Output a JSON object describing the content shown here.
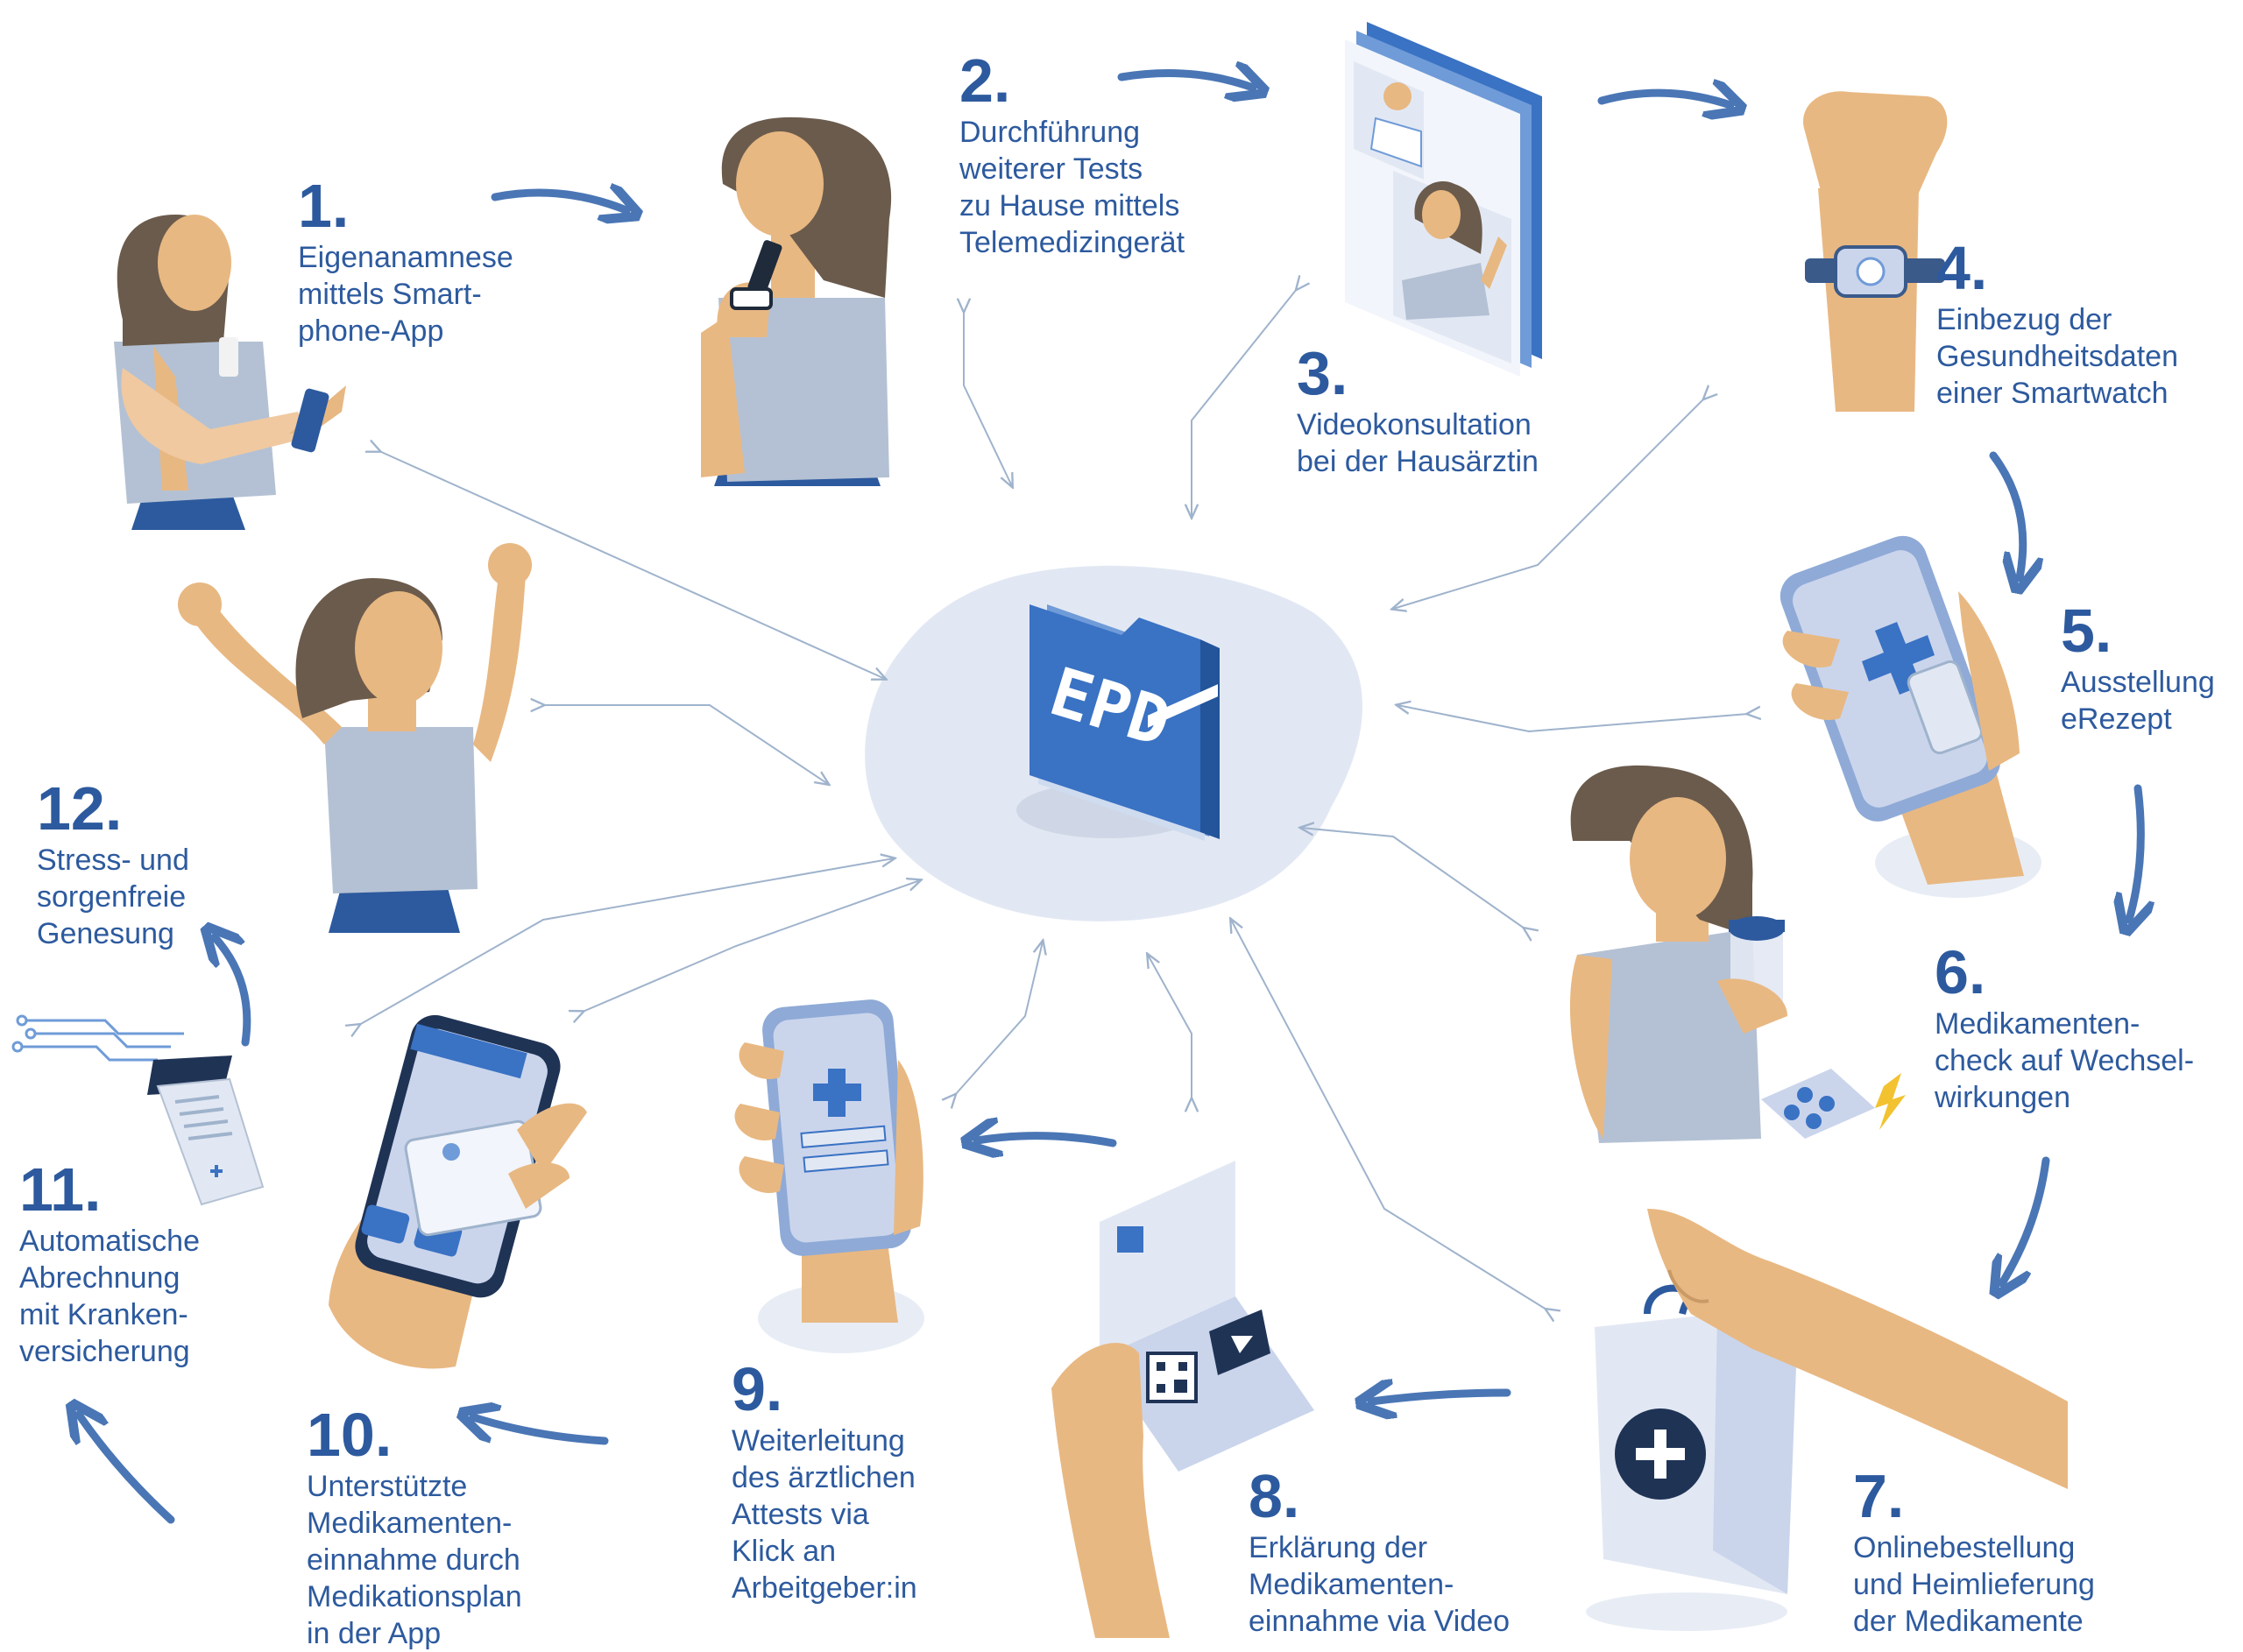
{
  "center": {
    "label": "EPD"
  },
  "steps": [
    {
      "num": "1.",
      "lines": [
        "Eigenanamnese",
        "mittels Smart-",
        "phone-App"
      ]
    },
    {
      "num": "2.",
      "lines": [
        "Durchführung",
        "weiterer Tests",
        "zu Hause mittels",
        "Telemedizingerät"
      ]
    },
    {
      "num": "3.",
      "lines": [
        "Videokonsultation",
        "bei der Hausärztin"
      ]
    },
    {
      "num": "4.",
      "lines": [
        "Einbezug der",
        "Gesundheitsdaten",
        "einer Smartwatch"
      ]
    },
    {
      "num": "5.",
      "lines": [
        "Ausstellung",
        "eRezept"
      ]
    },
    {
      "num": "6.",
      "lines": [
        "Medikamenten-",
        "check auf Wechsel-",
        "wirkungen"
      ]
    },
    {
      "num": "7.",
      "lines": [
        "Onlinebestellung",
        "und Heimlieferung",
        "der Medikamente"
      ]
    },
    {
      "num": "8.",
      "lines": [
        "Erklärung der",
        "Medikamenten-",
        "einnahme via Video"
      ]
    },
    {
      "num": "9.",
      "lines": [
        "Weiterleitung",
        "des ärztlichen",
        "Attests via",
        "Klick an",
        "Arbeitgeber:in"
      ]
    },
    {
      "num": "10.",
      "lines": [
        "Unterstützte",
        "Medikamenten-",
        "einnahme durch",
        "Medikationsplan",
        "in der App"
      ]
    },
    {
      "num": "11.",
      "lines": [
        "Automatische",
        "Abrechnung",
        "mit Kranken-",
        "versicherung"
      ]
    },
    {
      "num": "12.",
      "lines": [
        "Stress- und",
        "sorgenfreie",
        "Genesung"
      ]
    }
  ],
  "colors": {
    "primary": "#2d5a9e",
    "arrow": "#4a76b5",
    "thin_arrow": "#9fb3cc",
    "blob": "#e2e8f3",
    "skin": "#e8b882",
    "hair": "#6b5b4c",
    "shirt": "#b4c1d4",
    "device": "#cad5ec"
  },
  "icons": [
    "woman-smartphone-icon",
    "woman-telemed-device-icon",
    "video-call-screen-icon",
    "smartwatch-wrist-icon",
    "erezept-phone-icon",
    "woman-pill-bottle-icon",
    "pharmacy-bag-icon",
    "leaflet-qr-video-icon",
    "attest-phone-icon",
    "medication-plan-phone-icon",
    "invoice-printout-icon",
    "woman-cheering-icon",
    "epd-folder-icon"
  ]
}
